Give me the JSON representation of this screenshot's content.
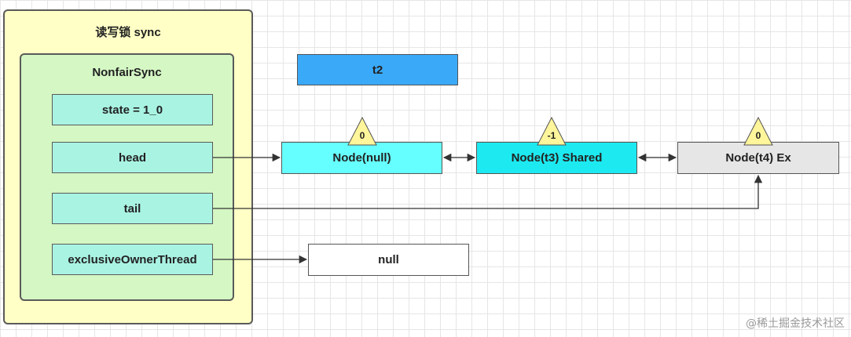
{
  "lock": {
    "title": "读写锁 sync",
    "sync_title": "NonfairSync",
    "fields": {
      "state": "state = 1_0",
      "head": "head",
      "tail": "tail",
      "owner": "exclusiveOwnerThread"
    }
  },
  "thread_box": "t2",
  "queue": [
    {
      "label": "Node(null)",
      "waitStatus": "0",
      "color": "#66ffff"
    },
    {
      "label": "Node(t3) Shared",
      "waitStatus": "-1",
      "color": "#1de9f0"
    },
    {
      "label": "Node(t4) Ex",
      "waitStatus": "0",
      "color": "#e6e6e6"
    }
  ],
  "owner_value": "null",
  "colors": {
    "outer_fill": "#ffffc6",
    "inner_fill": "#d4f7c4",
    "field_fill": "#a9f3e3",
    "thread_fill": "#3aa9f7",
    "triangle_fill": "#fff59a"
  },
  "watermark": "@稀土掘金技术社区"
}
